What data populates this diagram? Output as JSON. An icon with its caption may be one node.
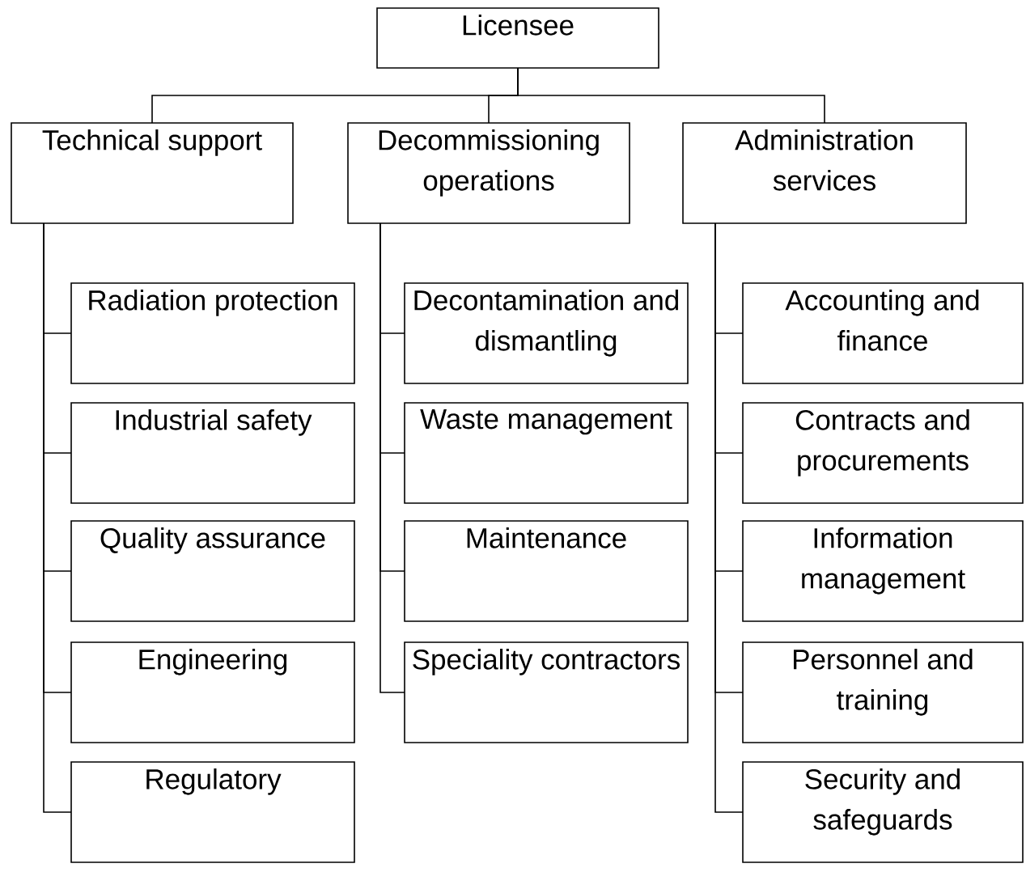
{
  "diagram": {
    "nodes": [
      {
        "text": [
          "Licensee"
        ]
      },
      {
        "text": [
          "Technical support"
        ]
      },
      {
        "text": [
          "Decommissioning operations"
        ]
      },
      {
        "text": [
          "Administration services"
        ]
      },
      {
        "text": [
          "Radiation protection"
        ]
      },
      {
        "text": [
          "Industrial safety"
        ]
      },
      {
        "text": [
          "Quality assurance"
        ]
      },
      {
        "text": [
          "Engineering"
        ]
      },
      {
        "text": [
          "Regulatory"
        ]
      },
      {
        "text": [
          "Decontamination and dismantling"
        ]
      },
      {
        "text": [
          "Waste management"
        ]
      },
      {
        "text": [
          "Maintenance"
        ]
      },
      {
        "text": [
          "Speciality contractors"
        ]
      },
      {
        "text": [
          "Accounting and finance"
        ]
      },
      {
        "text": [
          "Contracts and procurements"
        ]
      },
      {
        "text": [
          "Information management"
        ]
      },
      {
        "text": [
          "Personnel and training"
        ]
      },
      {
        "text": [
          "Security and safeguards"
        ]
      }
    ],
    "edges": [
      {
        "from": 0,
        "to": 1,
        "arrow": "none"
      },
      {
        "from": 0,
        "to": 2,
        "arrow": "none"
      },
      {
        "from": 0,
        "to": 3,
        "arrow": "none"
      },
      {
        "from": 1,
        "to": 4,
        "arrow": "none"
      },
      {
        "from": 1,
        "to": 5,
        "arrow": "none"
      },
      {
        "from": 1,
        "to": 6,
        "arrow": "none"
      },
      {
        "from": 1,
        "to": 7,
        "arrow": "none"
      },
      {
        "from": 1,
        "to": 8,
        "arrow": "none"
      },
      {
        "from": 2,
        "to": 9,
        "arrow": "none"
      },
      {
        "from": 2,
        "to": 10,
        "arrow": "none"
      },
      {
        "from": 2,
        "to": 11,
        "arrow": "none"
      },
      {
        "from": 2,
        "to": 12,
        "arrow": "none"
      },
      {
        "from": 3,
        "to": 13,
        "arrow": "none"
      },
      {
        "from": 3,
        "to": 14,
        "arrow": "none"
      },
      {
        "from": 3,
        "to": 15,
        "arrow": "none"
      },
      {
        "from": 3,
        "to": 16,
        "arrow": "none"
      },
      {
        "from": 3,
        "to": 17,
        "arrow": "none"
      }
    ]
  }
}
